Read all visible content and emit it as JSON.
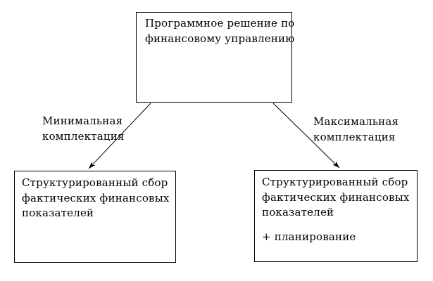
{
  "diagram": {
    "root_node": {
      "lines": [
        "Программное решение по",
        "финансовому управлению"
      ]
    },
    "edges": [
      {
        "id": "minimal",
        "label_lines": [
          "Минимальная",
          "комплектация"
        ]
      },
      {
        "id": "maximal",
        "label_lines": [
          "Максимальная",
          "комплектация"
        ]
      }
    ],
    "leaf_nodes": [
      {
        "lines": [
          "Структурированный сбор",
          "фактических финансовых",
          "показателей"
        ]
      },
      {
        "lines": [
          "Структурированный сбор",
          "фактических финансовых",
          "показателей"
        ],
        "extra": "+ планирование"
      }
    ],
    "colors": {
      "background": "#ffffff",
      "border": "#000000",
      "text": "#000000",
      "arrow": "#000000"
    }
  }
}
